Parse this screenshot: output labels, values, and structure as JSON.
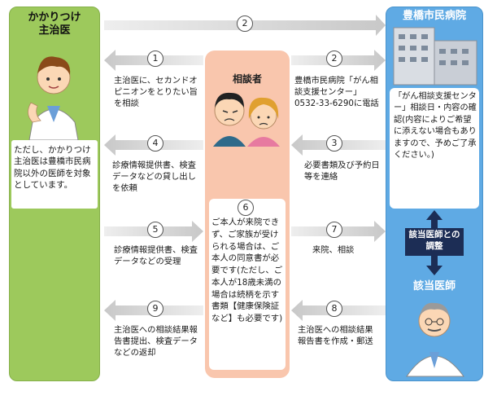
{
  "left_column": {
    "title_line1": "かかりつけ",
    "title_line2": "主治医",
    "note": "ただし、かかりつけ主治医は豊橋市民病院以外の医師を対象としています。"
  },
  "right_column": {
    "title": "豊橋市民病院",
    "note": "「がん相談支援センター」相談日・内容の確認(内容によりご希望に添えない場合もありますので、予めご了承ください。)",
    "coordination": "該当医師との調整",
    "doctor_title": "該当医師"
  },
  "middle_column": {
    "title": "相談者",
    "note_number": "6",
    "note": "ご本人が来院できず、ご家族が受けられる場合は、ご本人の同意書が必要です(ただし、ご本人が18歳未満の場合は続柄を示す書類【健康保険証など】も必要です)"
  },
  "steps": [
    {
      "number": "1",
      "text": "主治医に、セカンドオピニオンをとりたい旨を相談"
    },
    {
      "number": "2",
      "text": "豊橋市民病院「がん相談支援センター」0532-33-6290に電話"
    },
    {
      "number": "2",
      "text": ""
    },
    {
      "number": "3",
      "text": "必要書類及び予約日等を連絡"
    },
    {
      "number": "4",
      "text": "診療情報提供書、検査データなどの貸し出しを依頼"
    },
    {
      "number": "5",
      "text": "診療情報提供書、検査データなどの受理"
    },
    {
      "number": "7",
      "text": "来院、相談"
    },
    {
      "number": "8",
      "text": "主治医への相談結果報告書を作成・郵送"
    },
    {
      "number": "9",
      "text": "主治医への相談結果報告書提出、検査データなどの返却"
    }
  ]
}
